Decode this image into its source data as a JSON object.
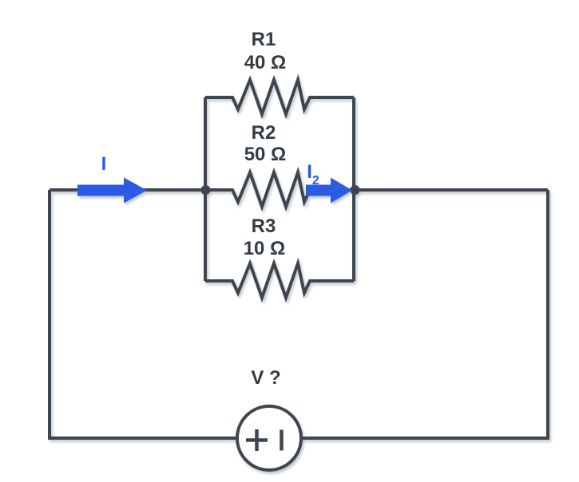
{
  "diagram": {
    "type": "parallel-resistor-circuit",
    "colors": {
      "wire": "#3d464f",
      "current_arrow": "#2b5ae3",
      "label_text": "#333c46",
      "background": "#ffffff"
    },
    "resistors": [
      {
        "name": "R1",
        "value": "40 Ω"
      },
      {
        "name": "R2",
        "value": "50 Ω"
      },
      {
        "name": "R3",
        "value": "10 Ω"
      }
    ],
    "currents": {
      "total": {
        "label": "I"
      },
      "branch": {
        "label": "I",
        "subscript": "2"
      }
    },
    "source": {
      "label": "V ?",
      "positive_terminal": "+",
      "negative_terminal": "|"
    }
  }
}
